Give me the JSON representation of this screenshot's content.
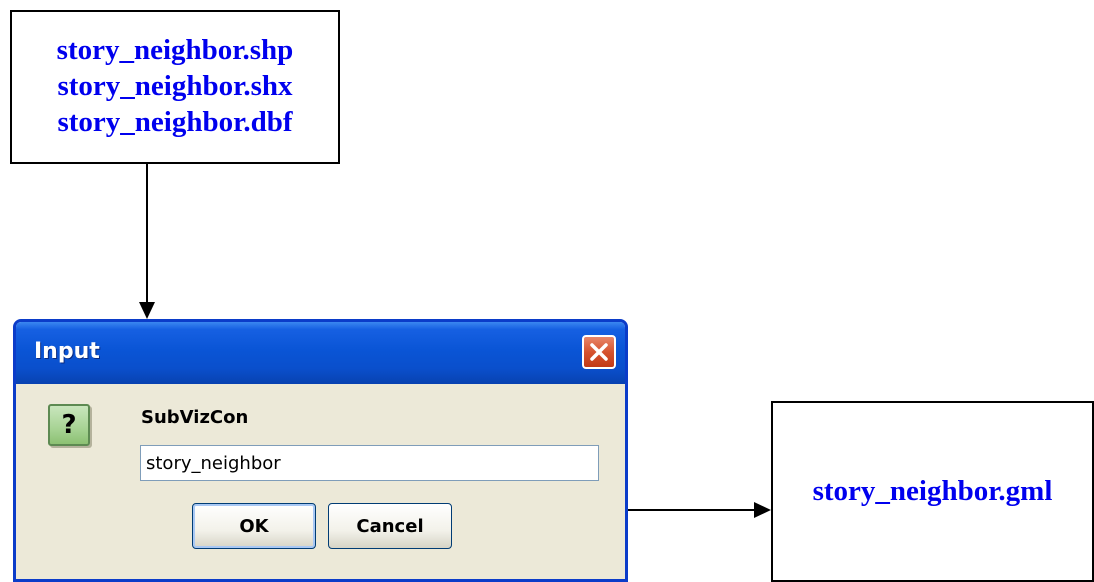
{
  "source_files": [
    "story_neighbor.shp",
    "story_neighbor.shx",
    "story_neighbor.dbf"
  ],
  "output_file": "story_neighbor.gml",
  "dialog": {
    "title": "Input",
    "icon": "question-icon",
    "icon_glyph": "?",
    "prompt": "SubVizCon",
    "input_value": "story_neighbor",
    "ok_label": "OK",
    "cancel_label": "Cancel"
  },
  "colors": {
    "file_text": "#0000ee",
    "title_bar": "#0a55d6",
    "close_button": "#d6532f",
    "dialog_body": "#ece9d8"
  }
}
